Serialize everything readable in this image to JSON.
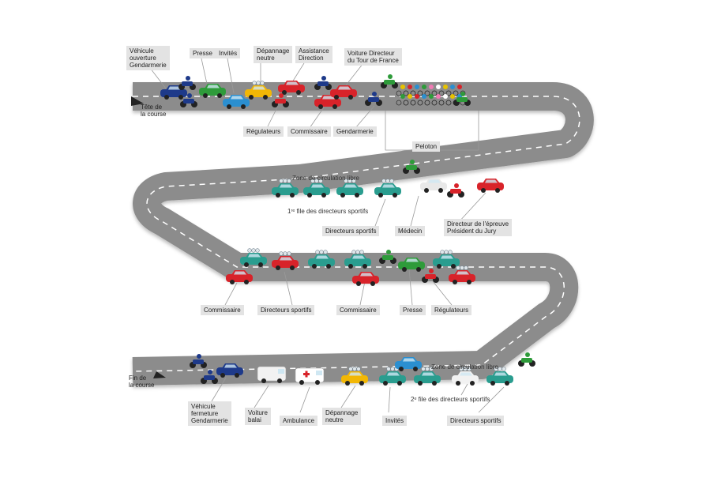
{
  "road_ends": {
    "start": "Tête de\nla course",
    "end": "Fin de\nla course"
  },
  "zones": {
    "upper": "Zone de circulation libre",
    "lower": "Zone de circulation libre"
  },
  "files": {
    "first": "1ʳᵉ file des directeurs sportifs",
    "second": "2ᵉ file des directeurs sportifs"
  },
  "labels": {
    "row1_top": [
      "Véhicule\nouverture\nGendarmerie",
      "Presse",
      "Invités",
      "Dépannage\nneutre",
      "Assistance\nDirection",
      "Voiture Directeur\ndu Tour de France"
    ],
    "row1_bottom": [
      "Régulateurs",
      "Commissaire",
      "Gendarmerie",
      "Peloton"
    ],
    "row2_bottom": [
      "Directeurs sportifs",
      "Médecin",
      "Directeur de l'épreuve\nPrésident du Jury"
    ],
    "row3_bottom": [
      "Commissaire",
      "Directeurs sportifs",
      "Commissaire",
      "Presse",
      "Régulateurs"
    ],
    "row4_bottom": [
      "Véhicule\nfermeture\nGendarmerie",
      "Voiture\nbalai",
      "Ambulance",
      "Dépannage\nneutre",
      "Invités",
      "Directeurs sportifs"
    ]
  },
  "colors": {
    "road": "#8c8c8c",
    "road_edge": "#ffffff",
    "label_bg": "#e3e3e3",
    "gendarmerie": "#1e3a8a",
    "presse": "#2e9b3a",
    "invites": "#2b8fd0",
    "depannage": "#f2b705",
    "direction": "#d8232a",
    "sportifs": "#2a9d8f",
    "medecin": "#e8e8e8",
    "balai": "#f2f2f2"
  }
}
